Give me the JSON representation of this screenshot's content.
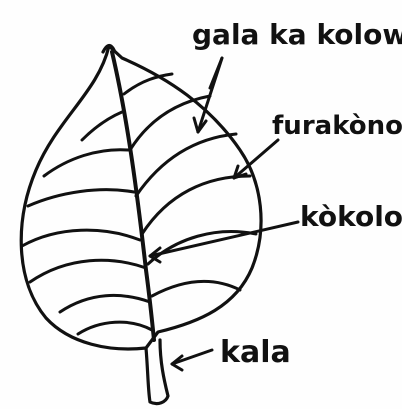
{
  "labels": {
    "veins": "gala ka kolow",
    "blade": "furakòno",
    "midrib": "kòkolo",
    "petiole": "kala"
  },
  "colors": {
    "ink": "#111111",
    "paper": "#fefefe"
  }
}
